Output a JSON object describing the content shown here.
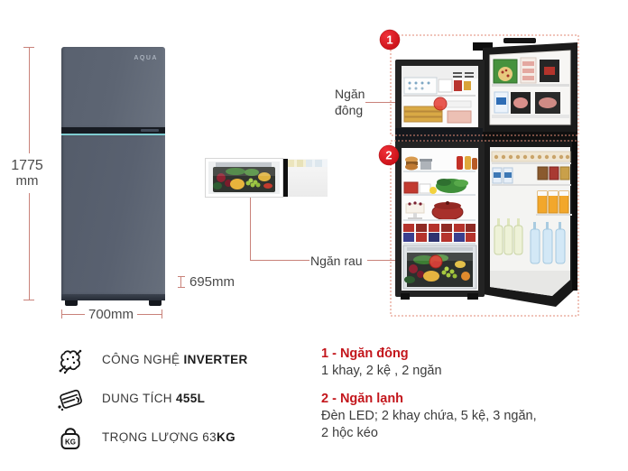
{
  "brand": {
    "logo_text": "AQUA"
  },
  "dimensions": {
    "height_value": "1775",
    "height_unit": "mm",
    "depth_label": "695mm",
    "width_label": "700mm"
  },
  "callouts": {
    "freezer_line1": "Ngăn",
    "freezer_line2": "đông",
    "crisper_label": "Ngăn rau",
    "marker_1": "1",
    "marker_2": "2"
  },
  "specs": {
    "rows": [
      {
        "icon": "inverter-circuit-icon",
        "label": "CÔNG NGHỆ ",
        "value": "INVERTER"
      },
      {
        "icon": "capacity-box-icon",
        "label": "DUNG TÍCH ",
        "value": "455L"
      },
      {
        "icon": "weight-kg-icon",
        "label": "TRỌNG LƯỢNG 63",
        "value": "KG",
        "icon_text": "KG"
      }
    ]
  },
  "legend": {
    "items": [
      {
        "title": "1 - Ngăn đông",
        "line1": "1 khay, 2 kệ , 2 ngăn"
      },
      {
        "title": "2 - Ngăn lạnh",
        "line1": "Đèn LED; 2 khay chứa, 5 kệ, 3 ngăn,",
        "line2": "2 hộc kéo"
      }
    ]
  },
  "colors": {
    "accent_red": "#c3161c",
    "badge_red": "#d2121a",
    "callout_line": "#c9827a",
    "dashed_outline": "#e08a75",
    "fridge_body": "#5c6472",
    "teal_trim": "#7fccd1",
    "text_dark": "#3f3f3f"
  }
}
